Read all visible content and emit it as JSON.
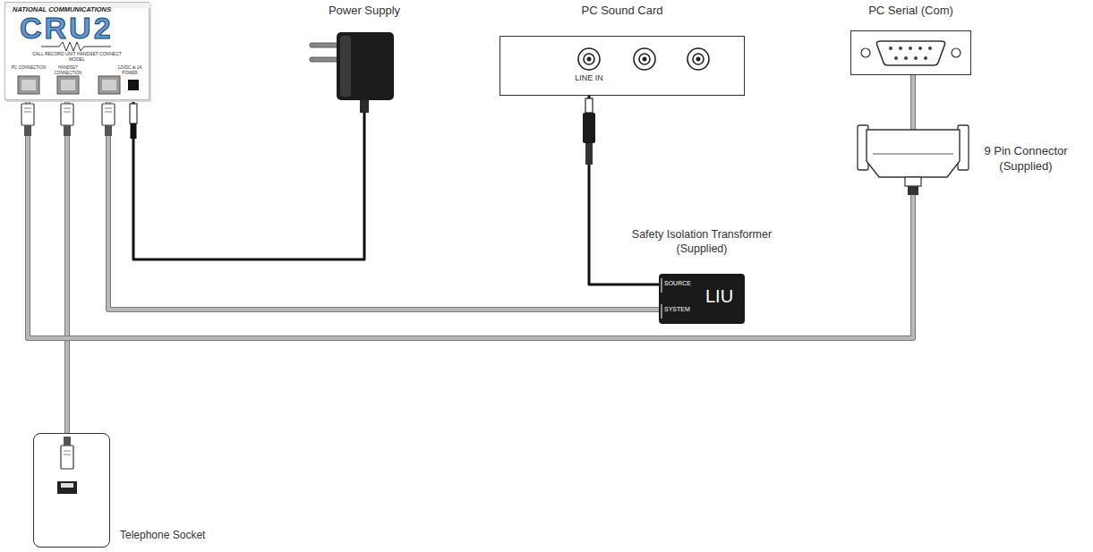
{
  "diagram": {
    "nodes": [
      {
        "text": [
          "NATIONAL COMMUNICATIONS",
          "CRU2",
          "CALL RECORD UNIT HANDSET CONNECT MODEL",
          "PC CONNECTION",
          "HANDSET CONNECTION",
          "12VDC at 1A POWER"
        ]
      },
      {
        "text": [
          "Power Supply"
        ]
      },
      {
        "text": [
          "PC Sound Card",
          "LINE IN"
        ]
      },
      {
        "text": [
          "PC Serial (Com)"
        ]
      },
      {
        "text": [
          "Safety Isolation Transformer (Supplied)",
          "SOURCE",
          "SYSTEM",
          "LIU"
        ]
      },
      {
        "text": [
          "Telephone Socket"
        ]
      }
    ],
    "edges": [
      {
        "from": 0,
        "to": 5,
        "arrow": "none"
      },
      {
        "from": 0,
        "to": 4,
        "arrow": "none"
      },
      {
        "from": 0,
        "to": 1,
        "arrow": "none"
      },
      {
        "from": 2,
        "to": 4,
        "arrow": "none"
      },
      {
        "from": 0,
        "to": 3,
        "arrow": "none"
      }
    ],
    "labels": [
      "9 Pin Connector (Supplied)"
    ]
  }
}
